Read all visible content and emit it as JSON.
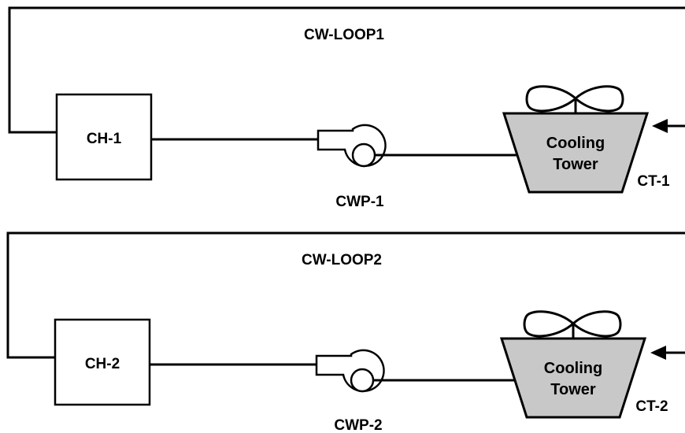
{
  "colors": {
    "line": "#000000",
    "tower_fill": "#c8c8c8",
    "background": "#ffffff"
  },
  "loops": [
    {
      "loop_label": "CW-LOOP1",
      "chiller_label": "CH-1",
      "pump_label": "CWP-1",
      "tower_text_line1": "Cooling",
      "tower_text_line2": "Tower",
      "tower_id": "CT-1"
    },
    {
      "loop_label": "CW-LOOP2",
      "chiller_label": "CH-2",
      "pump_label": "CWP-2",
      "tower_text_line1": "Cooling",
      "tower_text_line2": "Tower",
      "tower_id": "CT-2"
    }
  ]
}
